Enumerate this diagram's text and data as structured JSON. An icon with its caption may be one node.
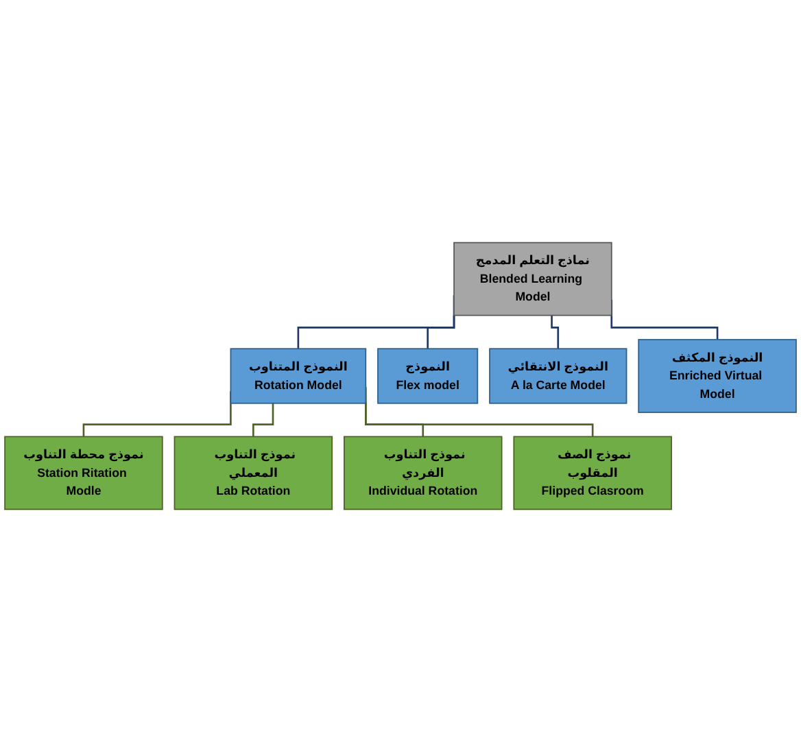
{
  "diagram": {
    "nodes": [
      {
        "text": [
          "نماذج التعلم المدمج",
          "Blended Learning Model"
        ]
      },
      {
        "text": [
          "النموذج المتناوب",
          "Rotation Model"
        ]
      },
      {
        "text": [
          "النموذج",
          "Flex model"
        ]
      },
      {
        "text": [
          "النموذج الانتقائي",
          "A la Carte Model"
        ]
      },
      {
        "text": [
          "النموذج المكثف",
          "Enriched Virtual Model"
        ]
      },
      {
        "text": [
          "نموذج محطة التناوب",
          "Station Ritation Modle"
        ]
      },
      {
        "text": [
          "نموذج التناوب المعملي",
          "Lab Rotation"
        ]
      },
      {
        "text": [
          "نموذج التناوب الفردي",
          "Individual Rotation"
        ]
      },
      {
        "text": [
          "نموذج الصف المقلوب",
          "Flipped Clasroom"
        ]
      }
    ],
    "edges": [
      {
        "from": 0,
        "to": 1,
        "arrow": "none"
      },
      {
        "from": 0,
        "to": 2,
        "arrow": "none"
      },
      {
        "from": 0,
        "to": 3,
        "arrow": "none"
      },
      {
        "from": 0,
        "to": 4,
        "arrow": "none"
      },
      {
        "from": 1,
        "to": 5,
        "arrow": "none",
        "color": "#4f6228"
      },
      {
        "from": 1,
        "to": 6,
        "arrow": "none",
        "color": "#4f6228"
      },
      {
        "from": 1,
        "to": 7,
        "arrow": "none",
        "color": "#4f6228"
      },
      {
        "from": 1,
        "to": 8,
        "arrow": "none",
        "color": "#4f6228"
      }
    ]
  }
}
